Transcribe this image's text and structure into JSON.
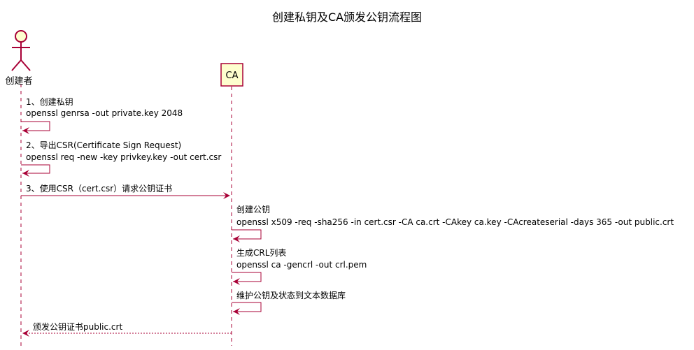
{
  "title": "创建私钥及CA颁发公钥流程图",
  "participants": {
    "creator": {
      "label": "创建者",
      "kind": "actor"
    },
    "ca": {
      "label": "CA",
      "kind": "participant"
    }
  },
  "messages": [
    {
      "from": "creator",
      "to": "creator",
      "style": "solid",
      "lines": [
        "1、创建私钥",
        "openssl genrsa -out private.key 2048"
      ]
    },
    {
      "from": "creator",
      "to": "creator",
      "style": "solid",
      "lines": [
        "2、导出CSR(Certificate Sign Request)",
        "openssl req -new -key privkey.key -out cert.csr"
      ]
    },
    {
      "from": "creator",
      "to": "ca",
      "style": "solid",
      "lines": [
        "3、使用CSR（cert.csr）请求公钥证书"
      ]
    },
    {
      "from": "ca",
      "to": "ca",
      "style": "solid",
      "lines": [
        "创建公钥",
        "openssl x509 -req -sha256 -in cert.csr -CA ca.crt -CAkey ca.key -CAcreateserial -days 365 -out public.crt"
      ]
    },
    {
      "from": "ca",
      "to": "ca",
      "style": "solid",
      "lines": [
        "生成CRL列表",
        "openssl ca -gencrl -out crl.pem"
      ]
    },
    {
      "from": "ca",
      "to": "ca",
      "style": "solid",
      "lines": [
        "维护公钥及状态到文本数据库"
      ]
    },
    {
      "from": "ca",
      "to": "creator",
      "style": "dashed",
      "lines": [
        "颁发公钥证书public.crt"
      ]
    }
  ],
  "colors": {
    "arrow": "#A80036",
    "box_fill": "#FEFECE",
    "box_border": "#A80036",
    "lifeline": "#A80036"
  }
}
